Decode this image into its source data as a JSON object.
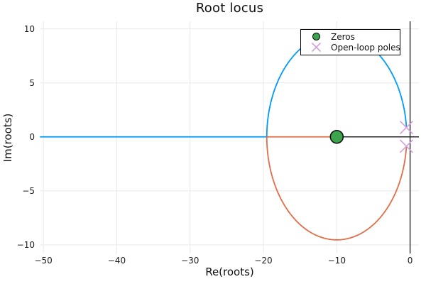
{
  "figure": {
    "title": "Root locus",
    "xlabel": "Re(roots)",
    "ylabel": "Im(roots)"
  },
  "legend": {
    "position": "top-right-inside",
    "items": [
      {
        "label": "Zeros",
        "marker": "circle-icon",
        "color": "#3DA44E"
      },
      {
        "label": "Open-loop poles",
        "marker": "x-cross-icon",
        "color": "#D5A0DC"
      }
    ]
  },
  "colors": {
    "branch_upper": "#009AFA",
    "branch_lower": "#E26E47",
    "zeros_fill": "#3DA44E",
    "zeros_stroke": "rgba(0,0,0,0.9)",
    "poles_stroke": "#D5A0DC",
    "axis_line": "#2b2b2b",
    "grid_line": "#e9e9e9",
    "text": "#111111"
  },
  "chart_data": {
    "type": "line",
    "title": "Root locus",
    "xlabel": "Re(roots)",
    "ylabel": "Im(roots)",
    "xlim": [
      -50.4,
      1.2
    ],
    "ylim": [
      -10.8,
      10.7
    ],
    "grid": true,
    "xtick_values": [
      -50,
      -40,
      -30,
      -20,
      -10,
      0
    ],
    "xtick_labels": [
      "−50",
      "−40",
      "−30",
      "−20",
      "−10",
      "0"
    ],
    "ytick_values": [
      -10,
      -5,
      0,
      5,
      10
    ],
    "ytick_labels": [
      "−10",
      "−5",
      "0",
      "5",
      "10"
    ],
    "zeros": [
      [
        -10,
        0
      ]
    ],
    "poles": [
      [
        -0.5,
        0.866
      ],
      [
        -0.5,
        -0.866
      ]
    ],
    "locus": {
      "circle_center": [
        -10,
        0
      ],
      "circle_radius": 9.54,
      "breakin_point_re": -19.54,
      "branches": [
        {
          "name": "branch-1",
          "color": "#009AFA",
          "path": "real axis from -50.4 to -19.54, then upper semicircle to pole -0.5+0.866j"
        },
        {
          "name": "branch-2",
          "color": "#E26E47",
          "path": "real axis from zero -10 to -19.54, then lower semicircle to pole -0.5-0.866j"
        }
      ]
    },
    "axis_cross_lines": {
      "real_axis_y": 0,
      "imag_axis_x": 0
    }
  }
}
